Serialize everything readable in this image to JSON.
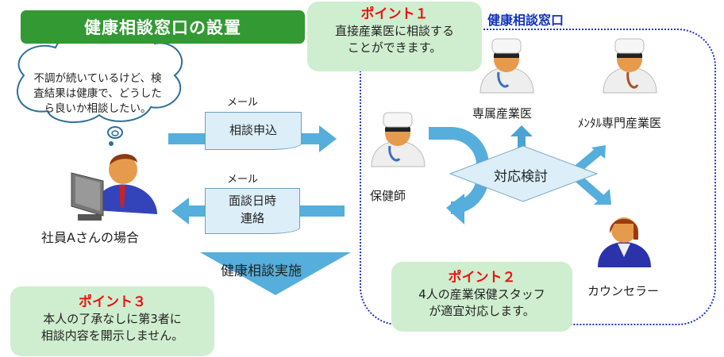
{
  "header": {
    "title": "健康相談窓口の設置"
  },
  "consultation_window": {
    "title": "健康相談窓口"
  },
  "points": [
    {
      "heading": "ポイント１",
      "lines": [
        "直接産業医に相談する",
        "ことができます。"
      ]
    },
    {
      "heading": "ポイント２",
      "lines": [
        "4人の産業保健スタッフ",
        "が適宜対応します。"
      ]
    },
    {
      "heading": "ポイント３",
      "lines": [
        "本人の了承なしに第3者に",
        "相談内容を開示しません。"
      ]
    }
  ],
  "employee": {
    "thought": [
      "不調が続いているけど、検",
      "査結果は健康で、どうした",
      "ら良いか相談したい。"
    ],
    "label": "社員Aさんの場合"
  },
  "flow": {
    "request": {
      "channel": "メール",
      "label": "相談申込"
    },
    "reply": {
      "channel": "メール",
      "lines": [
        "面談日時",
        "連絡"
      ]
    },
    "consult": "健康相談実施",
    "decision": "対応検討"
  },
  "staff": {
    "nurse": "保健師",
    "doctor": "専属産業医",
    "mental_doctor": "ﾒﾝﾀﾙ専門産業医",
    "counselor": "カウンセラー"
  },
  "colors": {
    "title_green": "#339933",
    "point_bg": "#cfeecf",
    "point_heading": "#ee1111",
    "arrow_blue": "#55aedb",
    "window_blue": "#1133bb"
  }
}
